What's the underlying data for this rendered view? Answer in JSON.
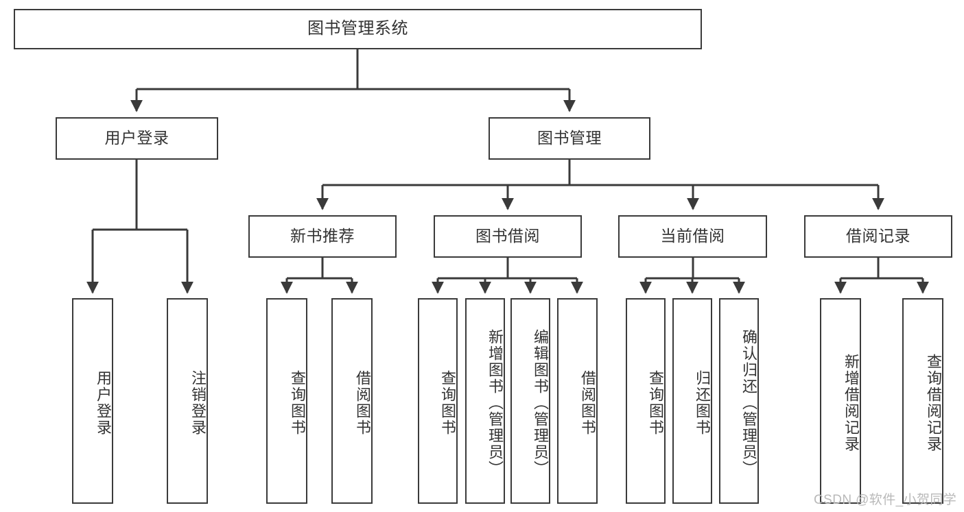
{
  "diagram": {
    "title": "图书管理系统",
    "type": "tree",
    "orientation": "top-down",
    "watermark": "CSDN @软件_小贺同学",
    "colors": {
      "box_border": "#3a3a3a",
      "box_fill": "#ffffff",
      "text": "#333333",
      "edge": "#3a3a3a",
      "watermark": "#b9b9b9",
      "background": "#ffffff"
    }
  },
  "nodes": {
    "root": {
      "label": "图书管理系统",
      "level": 0
    },
    "level1": [
      {
        "id": "user-login",
        "label": "用户登录"
      },
      {
        "id": "book-manage",
        "label": "图书管理"
      }
    ],
    "level2": [
      {
        "id": "new-book-rec",
        "label": "新书推荐",
        "parent": "book-manage"
      },
      {
        "id": "book-borrow",
        "label": "图书借阅",
        "parent": "book-manage"
      },
      {
        "id": "current-borrow",
        "label": "当前借阅",
        "parent": "book-manage"
      },
      {
        "id": "borrow-record",
        "label": "借阅记录",
        "parent": "book-manage"
      }
    ],
    "leaves": [
      {
        "id": "leaf-user-login",
        "label": "用户登录",
        "parent": "user-login"
      },
      {
        "id": "leaf-user-logout",
        "label": "注销登录",
        "parent": "user-login"
      },
      {
        "id": "leaf-query-book-1",
        "label": "查询图书",
        "parent": "new-book-rec"
      },
      {
        "id": "leaf-borrow-book-1",
        "label": "借阅图书",
        "parent": "new-book-rec"
      },
      {
        "id": "leaf-query-book-2",
        "label": "查询图书",
        "parent": "book-borrow"
      },
      {
        "id": "leaf-add-book",
        "label": "新增图书（管理员）",
        "parent": "book-borrow"
      },
      {
        "id": "leaf-edit-book",
        "label": "编辑图书（管理员）",
        "parent": "book-borrow"
      },
      {
        "id": "leaf-borrow-book-2",
        "label": "借阅图书",
        "parent": "book-borrow"
      },
      {
        "id": "leaf-query-book-3",
        "label": "查询图书",
        "parent": "current-borrow"
      },
      {
        "id": "leaf-return-book",
        "label": "归还图书",
        "parent": "current-borrow"
      },
      {
        "id": "leaf-confirm-return",
        "label": "确认归还（管理员）",
        "parent": "current-borrow"
      },
      {
        "id": "leaf-add-record",
        "label": "新增借阅记录",
        "parent": "borrow-record"
      },
      {
        "id": "leaf-query-record",
        "label": "查询借阅记录",
        "parent": "borrow-record"
      }
    ]
  }
}
